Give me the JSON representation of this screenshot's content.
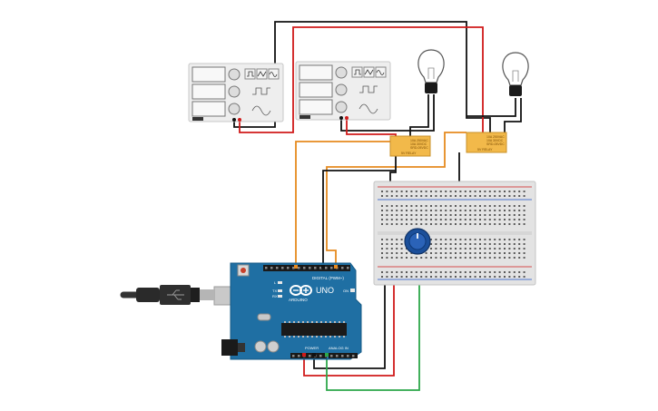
{
  "canvas": {
    "background": "#ffffff"
  },
  "function_generators": [
    {
      "id": "fg1",
      "waveform_buttons": [
        "square-wave-icon",
        "triangle-wave-icon",
        "sine-wave-icon"
      ]
    },
    {
      "id": "fg2",
      "waveform_buttons": [
        "square-wave-icon",
        "triangle-wave-icon",
        "sine-wave-icon"
      ]
    }
  ],
  "relays": [
    {
      "id": "relay1",
      "label": "5V RELAY",
      "specs": [
        "10A 250VAC",
        "10A 30VDC",
        "SRD-05VDC"
      ]
    },
    {
      "id": "relay2",
      "label": "5V RELAY",
      "specs": [
        "10A 250VAC",
        "10A 30VDC",
        "SRD-05VDC"
      ]
    }
  ],
  "bulbs": [
    {
      "id": "bulb1",
      "icon": "light-bulb-icon"
    },
    {
      "id": "bulb2",
      "icon": "light-bulb-icon"
    }
  ],
  "arduino": {
    "brand": "ARDUINO",
    "model": "UNO",
    "header_digital": "DIGITAL (PWM~)",
    "header_power": "POWER",
    "header_analog": "ANALOG IN",
    "on_label": "ON",
    "tx_label": "TX",
    "rx_label": "RX",
    "l_label": "L",
    "board_color": "#1f6fa3"
  },
  "breadboard": {
    "id": "breadboard",
    "color": "#e3e3e3"
  },
  "potentiometer": {
    "id": "pot",
    "color": "#1b4f9a"
  },
  "wire_colors": {
    "power": "#d01a1a",
    "ground": "#111111",
    "signal": "#e68a1f",
    "wiper": "#2da84a"
  }
}
